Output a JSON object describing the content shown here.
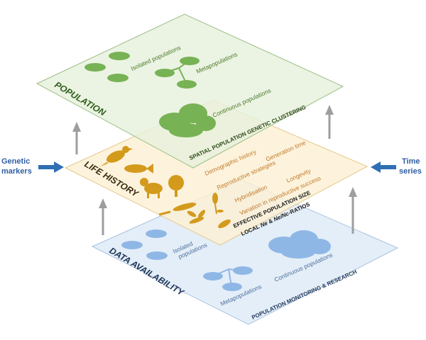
{
  "colors": {
    "population_fill": "#e6f0dc",
    "population_stroke": "#9cbf87",
    "life_fill": "#fcf0d4",
    "life_stroke": "#e3c98a",
    "data_fill": "#deeaf6",
    "data_stroke": "#a7c2df",
    "green_blob": "#77b255",
    "blue_blob": "#8fb7e6",
    "orange_icon": "#d39a1c",
    "arrow_gray": "#9e9e9e",
    "arrow_blue": "#2f6fb4"
  },
  "population": {
    "title": "POPULATION",
    "isolated": "Isolated populations",
    "meta": "Metapopulations",
    "continuous": "Continuous populations",
    "clustering": "SPATIAL POPULATION GENETIC CLUSTERING"
  },
  "life": {
    "title": "LIFE HISTORY",
    "traits": [
      "Demographic history",
      "Generation time",
      "Reproductive strategies",
      "Hybridisation",
      "Longevity",
      "Variation in reproductive success"
    ],
    "effective_size": "EFFECTIVE POPULATION SIZE",
    "local_prefix": "LOCAL ",
    "ne": "Ne",
    "amp": " & ",
    "ratio": "Ne/Nc",
    "ratio_suffix": "-RATIOS"
  },
  "data": {
    "title": "DATA AVAILABILITY",
    "isolated_line1": "Isolated",
    "isolated_line2": "populations",
    "meta": "Metapopulations",
    "continuous": "Continuous populations",
    "monitoring": "POPULATION MONITORING & RESEARCH"
  },
  "side": {
    "left_line1": "Genetic",
    "left_line2": "markers",
    "right_line1": "Time",
    "right_line2": "series"
  },
  "icons": [
    "bird-icon",
    "fish-icon",
    "ram-icon",
    "tree-icon",
    "salamander-icon",
    "flower-icon",
    "insect-icon",
    "shrimp-icon"
  ]
}
